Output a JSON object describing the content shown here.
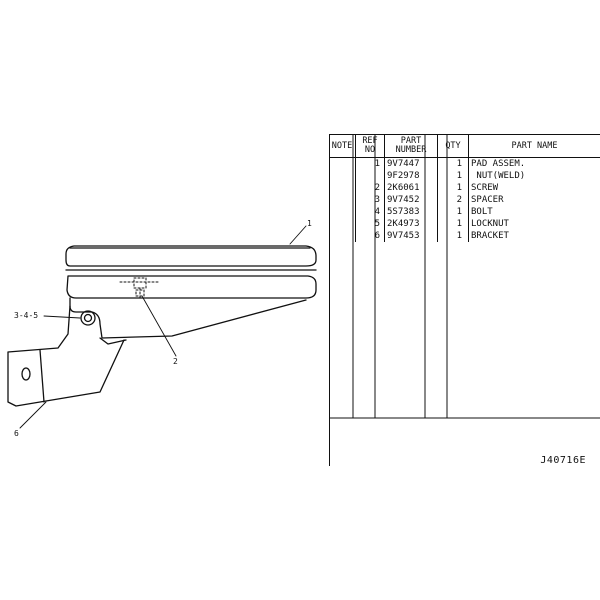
{
  "table": {
    "headers": {
      "note": "NOTE",
      "ref_no": "REF\nNO",
      "part_number": "PART\nNUMBER",
      "qty": "QTY",
      "part_name": "PART NAME"
    },
    "rows": [
      {
        "ref": "1",
        "part_number": "9V7447",
        "qty": "1",
        "name": "PAD ASSEM."
      },
      {
        "ref": "",
        "part_number": "9F2978",
        "qty": "1",
        "name": " NUT(WELD)"
      },
      {
        "ref": "2",
        "part_number": "2K6061",
        "qty": "1",
        "name": "SCREW"
      },
      {
        "ref": "3",
        "part_number": "9V7452",
        "qty": "2",
        "name": "SPACER"
      },
      {
        "ref": "4",
        "part_number": "5S7383",
        "qty": "1",
        "name": "BOLT"
      },
      {
        "ref": "5",
        "part_number": "2K4973",
        "qty": "1",
        "name": "LOCKNUT"
      },
      {
        "ref": "6",
        "part_number": "9V7453",
        "qty": "1",
        "name": "BRACKET"
      }
    ]
  },
  "callouts": {
    "pad": "1",
    "screw": "2",
    "bolt_group": "3-4-5",
    "bracket": "6"
  },
  "drawing_id": "J40716E"
}
